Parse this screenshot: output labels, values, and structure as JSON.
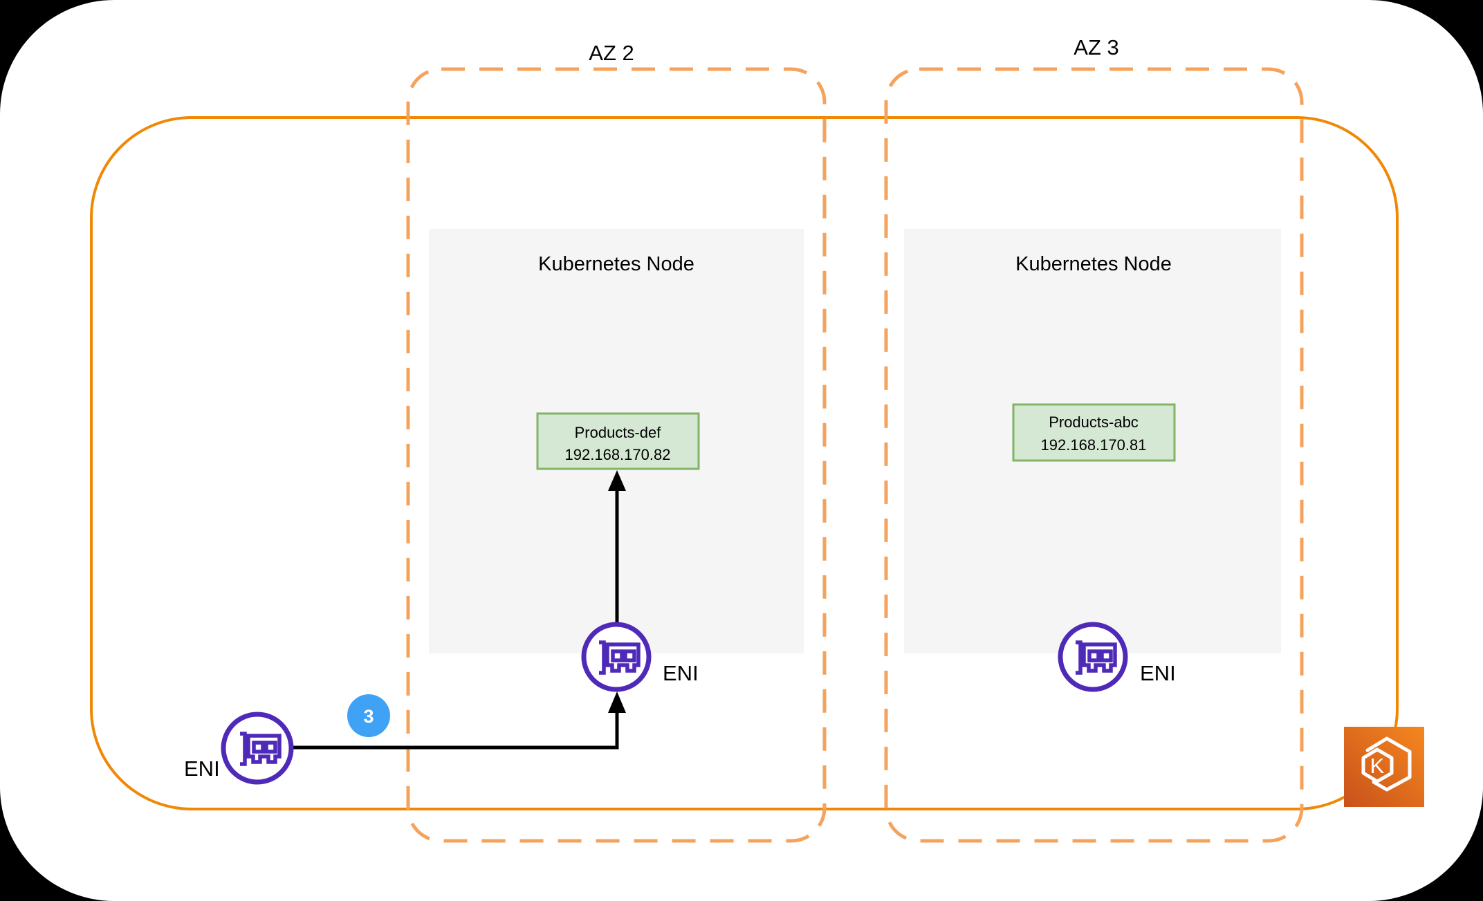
{
  "diagram": {
    "availability_zones": [
      {
        "label": "AZ 2"
      },
      {
        "label": "AZ 3"
      }
    ],
    "kubernetes_nodes": [
      {
        "az": "AZ 2",
        "title": "Kubernetes Node",
        "pod": {
          "name": "Products-def",
          "ip": "192.168.170.82"
        },
        "eni_label": "ENI"
      },
      {
        "az": "AZ 3",
        "title": "Kubernetes Node",
        "pod": {
          "name": "Products-abc",
          "ip": "192.168.170.81"
        },
        "eni_label": "ENI"
      }
    ],
    "external_eni": {
      "label": "ENI"
    },
    "step_badge": {
      "value": "3"
    },
    "eks_logo": {
      "letter": "K"
    },
    "colors": {
      "vpc_border": "#F08705",
      "az_border": "#F5A35C",
      "node_fill": "#F5F5F5",
      "pod_fill": "#D5E8D4",
      "pod_border": "#82B366",
      "eni_purple": "#4F29B8",
      "badge_blue": "#3FA2F5",
      "arrow": "#000000",
      "eks_gradient_dark": "#C8511B",
      "eks_gradient_light": "#F5871F"
    }
  }
}
